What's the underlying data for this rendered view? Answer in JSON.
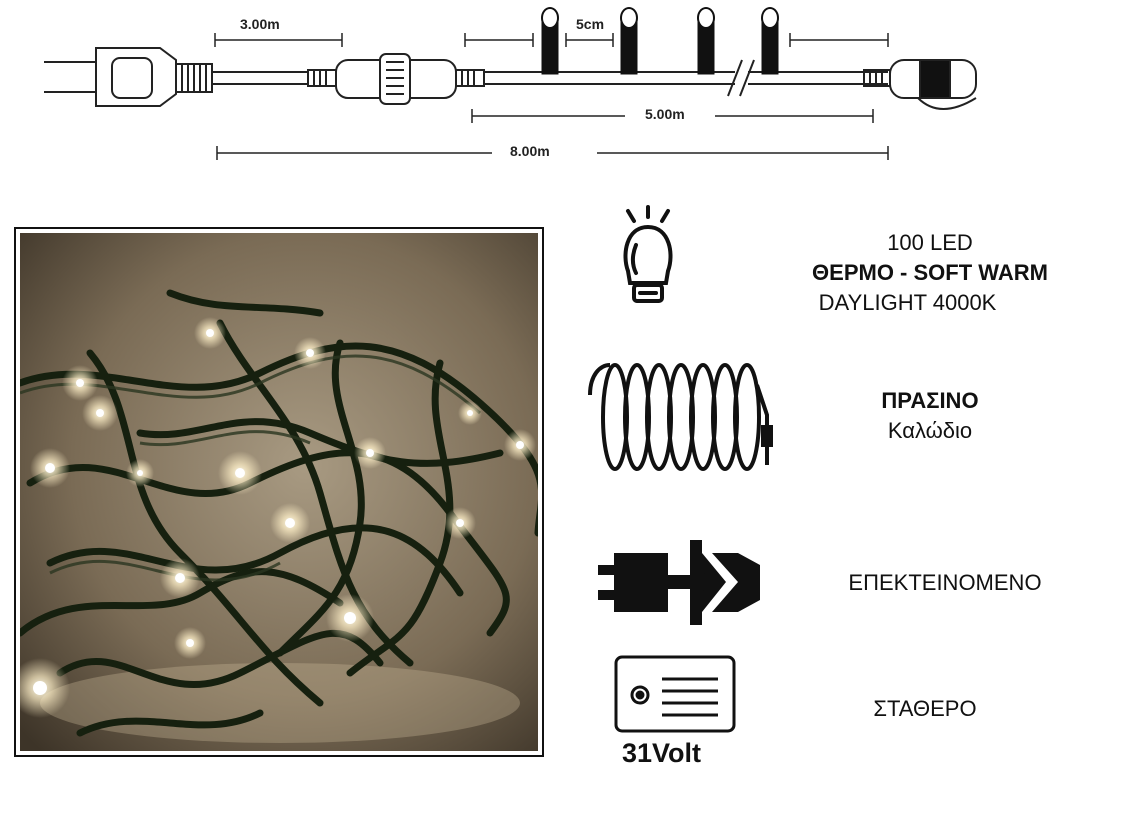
{
  "diagram": {
    "lead_length": "3.00m",
    "spacing": "5cm",
    "lit_length": "5.00m",
    "total_length": "8.00m"
  },
  "features": {
    "led": {
      "icon": "bulb-icon",
      "count": "100 LED",
      "color_name": "ΘΕΡΜΟ - SOFT WARM",
      "temperature": "DAYLIGHT 4000K"
    },
    "cable": {
      "icon": "coiled-cable-icon",
      "color": "ΠΡΑΣΙΝΟ",
      "label": "Καλώδιο"
    },
    "extendable": {
      "icon": "plug-connect-icon",
      "label": "ΕΠΕΚΤΕΙΝΟΜΕΝΟ"
    },
    "mode": {
      "icon": "transformer-label-icon",
      "voltage": "31Volt",
      "label": "ΣΤΑΘΕΡΟ"
    }
  },
  "colors": {
    "cable": "#1a2418",
    "warm_light": "#fff4d8",
    "background_photo": "#8a7a62"
  }
}
